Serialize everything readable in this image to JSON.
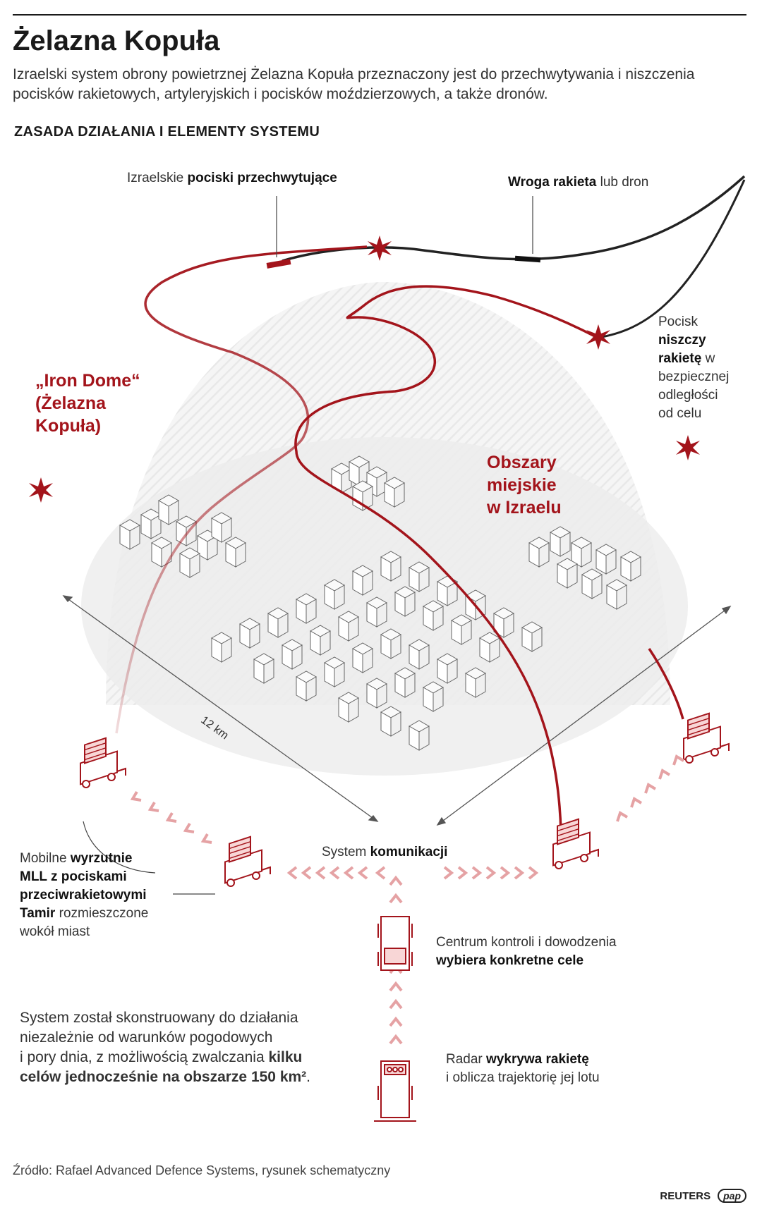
{
  "title": "Żelazna Kopuła",
  "intro": "Izraelski system obrony powietrznej Żelazna Kopuła przeznaczony jest do przechwytywania i niszczenia pocisków rakietowych, artyleryjskich i pocisków moździerzowych, a także dronów.",
  "section_heading": "ZASADA DZIAŁANIA I ELEMENTY SYSTEMU",
  "labels": {
    "interceptors_pre": "Izraelskie",
    "interceptors_bold": "pociski przechwytujące",
    "enemy_bold": "Wroga rakieta",
    "enemy_post": "lub dron",
    "destroy_pre": "Pocisk",
    "destroy_bold_1": "niszczy",
    "destroy_bold_2": "rakietę",
    "destroy_post_1": "w",
    "destroy_post_2": "bezpiecznej",
    "destroy_post_3": "odległości",
    "destroy_post_4": "od celu",
    "dome_1": "„Iron Dome“",
    "dome_2": "(Żelazna",
    "dome_3": "Kopuła)",
    "urban_1": "Obszary",
    "urban_2": "miejskie",
    "urban_3": "w Izraelu",
    "distance": "12 km",
    "comm_pre": "System",
    "comm_bold": "komunikacji",
    "launchers_pre": "Mobilne",
    "launchers_bold_1": "wyrzutnie",
    "launchers_bold_2": "MLL z pociskami",
    "launchers_bold_3": "przeciwrakietowymi",
    "launchers_bold_4": "Tamir",
    "launchers_post_1": "rozmieszczone",
    "launchers_post_2": "wokół miast",
    "control_1": "Centrum kontroli i dowodzenia",
    "control_bold": "wybiera konkretne cele",
    "radar_pre": "Radar",
    "radar_bold": "wykrywa rakietę",
    "radar_post": "i oblicza trajektorię jej lotu"
  },
  "note": {
    "line_1": "System został skonstruowany do działania",
    "line_2": "niezależnie od warunków pogodowych",
    "line_3_pre": "i pory dnia, z możliwością zwalczania",
    "line_3_bold": "kilku",
    "line_4_bold": "celów jednocześnie na obszarze 150 km²",
    "line_4_post": "."
  },
  "source": "Źródło: Rafael Advanced Defence Systems, rysunek schematyczny",
  "logos": {
    "reuters": "REUTERS",
    "pap": "pap"
  },
  "colors": {
    "accent": "#a3141b",
    "text": "#1a1a1a",
    "dome": "#eeeeee"
  }
}
